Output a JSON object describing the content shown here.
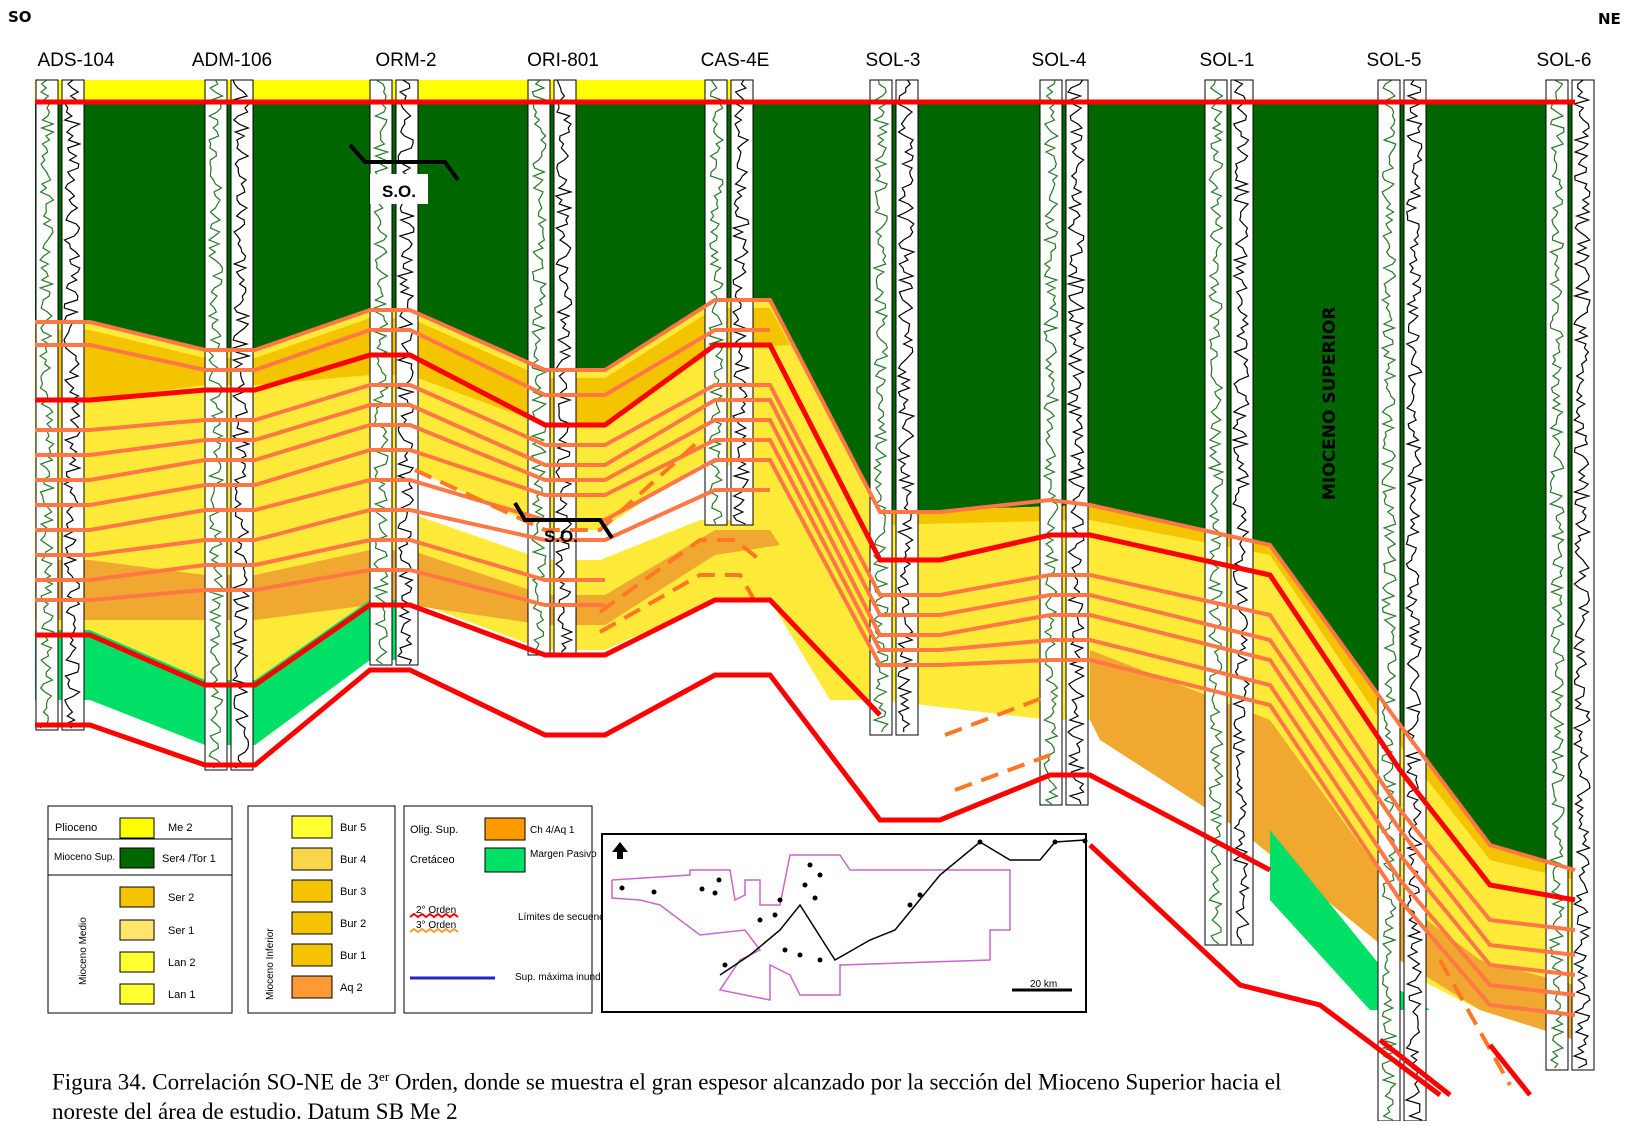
{
  "direction": {
    "left": "SO",
    "right": "NE"
  },
  "wells": [
    "ADS-104",
    "ADM-106",
    "ORM-2",
    "ORI-801",
    "CAS-4E",
    "SOL-3",
    "SOL-4",
    "SOL-1",
    "SOL-5",
    "SOL-6"
  ],
  "annotations": {
    "so_1": "S.O.",
    "so_2": "S.O.",
    "interval": "MIOCENO SUPERIOR"
  },
  "legend": {
    "col1": [
      {
        "epoch": "Plioceno",
        "unit": "Me 2",
        "color": "#ffff00"
      },
      {
        "epoch": "Mioceno Sup.",
        "unit": "Ser4 /Tor 1",
        "color": "#006600"
      },
      {
        "epoch": "Mioceno Medio",
        "unit": "Ser 2",
        "color": "#f5c400"
      },
      {
        "epoch": "",
        "unit": "Ser 1",
        "color": "#ffe56b"
      },
      {
        "epoch": "",
        "unit": "Lan 2",
        "color": "#ffff33"
      },
      {
        "epoch": "",
        "unit": "Lan 1",
        "color": "#ffff33"
      }
    ],
    "col2": {
      "epoch": "Mioceno Inferior",
      "units": [
        {
          "unit": "Bur 5",
          "color": "#ffff33"
        },
        {
          "unit": "Bur 4",
          "color": "#f8d54a"
        },
        {
          "unit": "Bur 3",
          "color": "#f5c400"
        },
        {
          "unit": "Bur 2",
          "color": "#f5c400"
        },
        {
          "unit": "Bur 1",
          "color": "#f5c400"
        },
        {
          "unit": "Aq 2",
          "color": "#ff9933"
        }
      ]
    },
    "col3": {
      "olig": {
        "epoch": "Olig. Sup.",
        "unit": "Ch 4/Aq 1",
        "color": "#ff9900"
      },
      "cret": {
        "epoch": "Cretáceo",
        "unit": "Margen Pasivo",
        "color": "#00e066"
      },
      "order2": "2° Orden",
      "order3": "3° Orden",
      "limits": "Límites de secuencias",
      "mfs": "Sup. máxima inundación"
    }
  },
  "map": {
    "scale": "20 km"
  },
  "caption": {
    "part1": "Figura 34. Correlación SO-NE de  3",
    "sup": "er",
    "part2": " Orden, donde se muestra el gran espesor alcanzado por la sección del Mioceno Superior hacia el noreste del área de estudio. Datum SB Me 2"
  },
  "colors": {
    "green_dark": "#006600",
    "yellow": "#ffff00",
    "gold": "#f5c400",
    "orange_band": "#f0a830",
    "green_light": "#00e066",
    "red_line": "#ff0000",
    "orange_line": "#ff7744",
    "mfs_blue": "#2222cc"
  }
}
